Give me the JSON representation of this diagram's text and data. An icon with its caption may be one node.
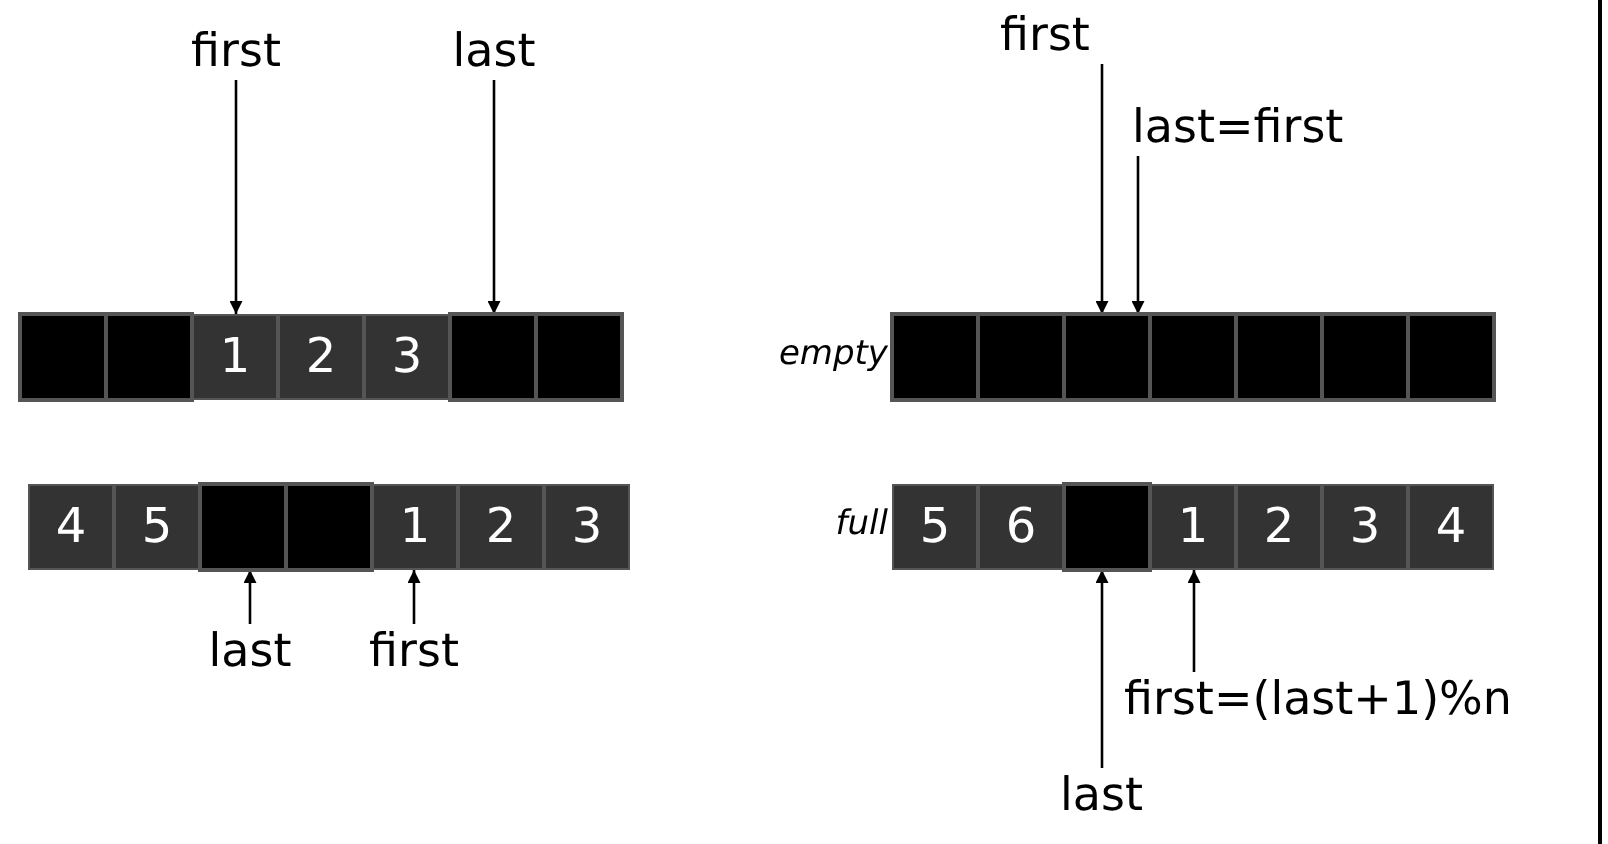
{
  "diagram": {
    "nodes": [
      {
        "text": [
          "first"
        ]
      },
      {
        "text": [
          "last"
        ]
      },
      {
        "text": [],
        "shape": "bar"
      },
      {
        "text": [],
        "shape": "box",
        "in": 2
      },
      {
        "text": [],
        "shape": "box",
        "in": 2
      },
      {
        "text": [
          "1"
        ],
        "in": 2
      },
      {
        "text": [
          "2"
        ],
        "in": 2
      },
      {
        "text": [
          "3"
        ],
        "in": 2
      },
      {
        "text": [],
        "shape": "box",
        "in": 2
      },
      {
        "text": [],
        "shape": "box",
        "in": 2
      },
      {
        "text": [],
        "shape": "bar"
      },
      {
        "text": [
          "4"
        ],
        "in": 10
      },
      {
        "text": [
          "5"
        ],
        "in": 10
      },
      {
        "text": [],
        "shape": "box",
        "in": 10
      },
      {
        "text": [],
        "shape": "box",
        "in": 10
      },
      {
        "text": [
          "1"
        ],
        "in": 10
      },
      {
        "text": [
          "2"
        ],
        "in": 10
      },
      {
        "text": [
          "3"
        ],
        "in": 10
      },
      {
        "text": [
          "last"
        ]
      },
      {
        "text": [
          "first"
        ]
      },
      {
        "text": [
          "first"
        ]
      },
      {
        "text": [
          "last=first"
        ]
      },
      {
        "text": [],
        "shape": "bar",
        "beside": [
          "empty"
        ]
      },
      {
        "text": [],
        "shape": "box",
        "in": 22
      },
      {
        "text": [],
        "shape": "box",
        "in": 22
      },
      {
        "text": [],
        "shape": "box",
        "in": 22
      },
      {
        "text": [],
        "shape": "box",
        "in": 22
      },
      {
        "text": [],
        "shape": "box",
        "in": 22
      },
      {
        "text": [],
        "shape": "box",
        "in": 22
      },
      {
        "text": [],
        "shape": "box",
        "in": 22
      },
      {
        "text": [],
        "shape": "bar",
        "beside": [
          "full"
        ]
      },
      {
        "text": [
          "5"
        ],
        "in": 30
      },
      {
        "text": [
          "6"
        ],
        "in": 30
      },
      {
        "text": [],
        "shape": "box",
        "in": 30
      },
      {
        "text": [
          "1"
        ],
        "in": 30
      },
      {
        "text": [
          "2"
        ],
        "in": 30
      },
      {
        "text": [
          "3"
        ],
        "in": 30
      },
      {
        "text": [
          "4"
        ],
        "in": 30
      },
      {
        "text": [
          "first=(last+1)%n"
        ]
      },
      {
        "text": [
          "last"
        ]
      }
    ],
    "edges": [
      {
        "from": 0,
        "to": 5,
        "arrow": "to"
      },
      {
        "from": 1,
        "to": 8,
        "arrow": "to"
      },
      {
        "from": 18,
        "to": 13,
        "arrow": "to"
      },
      {
        "from": 19,
        "to": 15,
        "arrow": "to"
      },
      {
        "from": 20,
        "to": 25,
        "arrow": "to"
      },
      {
        "from": 21,
        "to": 25,
        "arrow": "to"
      },
      {
        "from": 39,
        "to": 33,
        "arrow": "to"
      },
      {
        "from": 38,
        "to": 34,
        "arrow": "to"
      }
    ]
  }
}
